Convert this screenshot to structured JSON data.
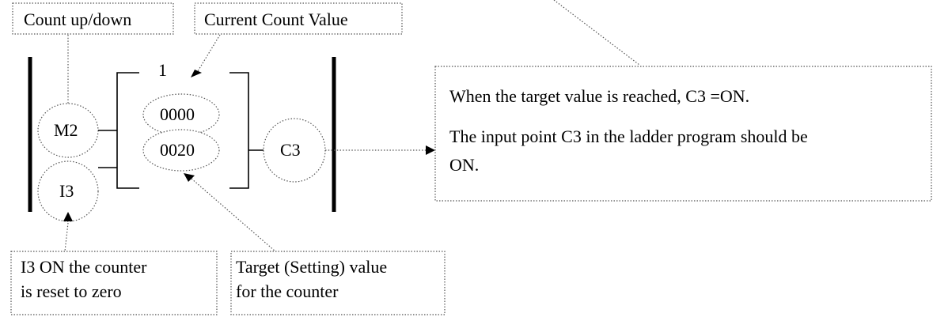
{
  "labels": {
    "count_up_down": "Count up/down",
    "current_count_value": "Current Count Value",
    "reset_note_line1": "I3 ON the counter",
    "reset_note_line2": "is reset to zero",
    "target_note_line1": "Target (Setting) value",
    "target_note_line2": "for the counter"
  },
  "counter": {
    "number": "1",
    "current_value": "0000",
    "target_value": "0020",
    "up_down_input": "M2",
    "reset_input": "I3",
    "output": "C3"
  },
  "callout": {
    "line1": "When the target value is reached, C3 =ON.",
    "line2": "The input point C3 in the ladder program should be",
    "line3": "ON."
  }
}
